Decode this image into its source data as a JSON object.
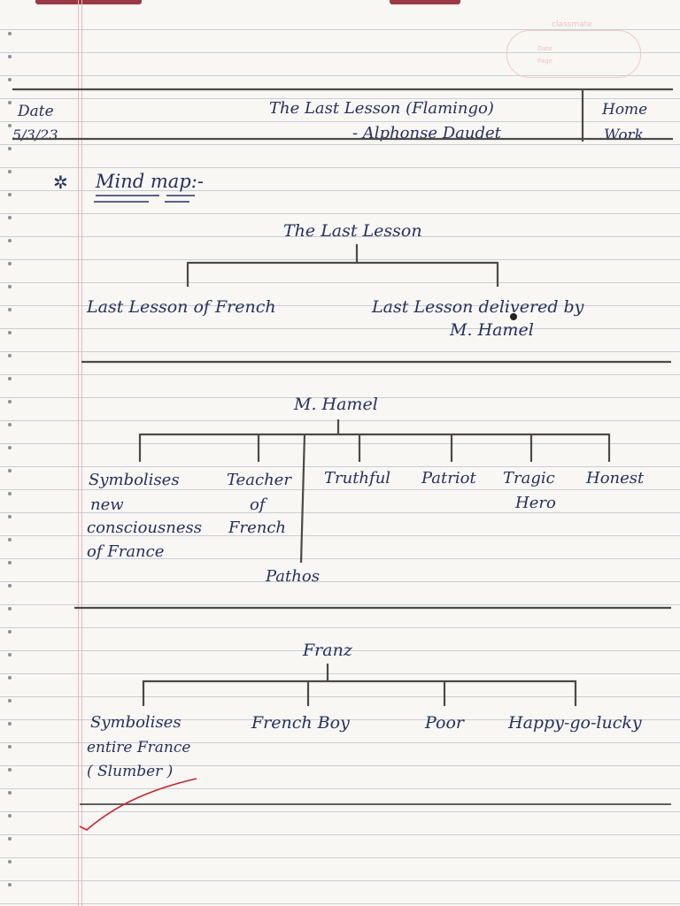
{
  "header": {
    "date_label": "Date",
    "date_value": "5/3/23",
    "title": "The Last Lesson (Flamingo)",
    "author": "- Alphonse Daudet",
    "work_type_line1": "Home",
    "work_type_line2": "Work"
  },
  "section_heading": "Mind map:-",
  "section_marker": "✲",
  "map1": {
    "root": "The Last Lesson",
    "left": "Last Lesson of French",
    "right_line1": "Last Lesson delivered by",
    "right_line2": "M. Hamel"
  },
  "map2": {
    "root": "M. Hamel",
    "children": [
      {
        "lines": [
          "Symbolises",
          "new",
          "consciousness",
          "of France"
        ]
      },
      {
        "lines": [
          "Teacher",
          "of",
          "French"
        ]
      },
      {
        "lines": [
          "Truthful"
        ]
      },
      {
        "lines": [
          "Patriot"
        ]
      },
      {
        "lines": [
          "Tragic",
          "Hero"
        ]
      },
      {
        "lines": [
          "Honest"
        ]
      }
    ],
    "bottom": "Pathos"
  },
  "map3": {
    "root": "Franz",
    "children": [
      {
        "lines": [
          "Symbolises",
          "entire France",
          "( Slumber )"
        ]
      },
      {
        "lines": [
          "French Boy"
        ]
      },
      {
        "lines": [
          "Poor"
        ]
      },
      {
        "lines": [
          "Happy-go-lucky"
        ]
      }
    ]
  },
  "stamp": {
    "brand": "classmate",
    "line1": "Date",
    "line2": "Page"
  },
  "colors": {
    "ink": "#26305e",
    "pencil": "#4a4a4a",
    "red_ink": "#c8242e",
    "margin": "#e4b9bd",
    "rule": "#c9cdd6"
  }
}
